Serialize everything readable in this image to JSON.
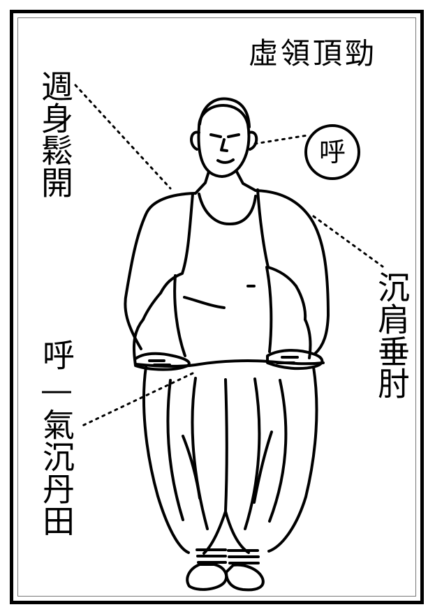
{
  "labels": {
    "top_title": "虛領頂勁",
    "left_top": "週身鬆開",
    "right": "沉肩垂肘",
    "left_bottom": "呼—氣沉丹田",
    "breath_circle": "呼"
  }
}
